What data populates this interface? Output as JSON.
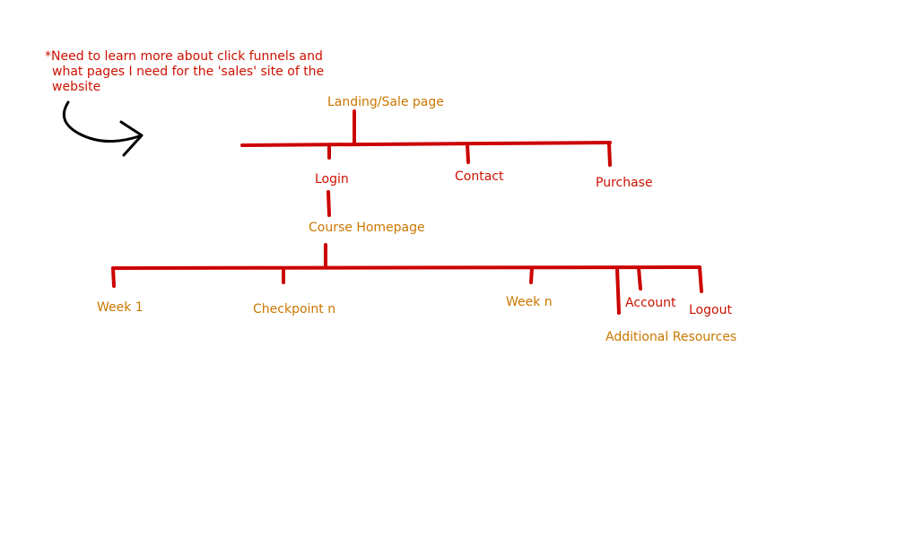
{
  "colors": {
    "line": "#cc0000",
    "orange_text": "#cc7700",
    "red_text": "#cc1100",
    "arrow": "#000000",
    "background": "#ffffff"
  },
  "note": {
    "lines": [
      "*Need to learn more about click funnels and",
      "what pages I need for the 'sales' site of the",
      "website"
    ]
  },
  "nodes": {
    "landing": "Landing/Sale page",
    "login": "Login",
    "contact": "Contact",
    "purchase": "Purchase",
    "course_homepage": "Course Homepage",
    "week1": "Week 1",
    "checkpoint": "Checkpoint n",
    "weekn": "Week n",
    "account": "Account",
    "logout": "Logout",
    "additional_resources": "Additional Resources"
  }
}
